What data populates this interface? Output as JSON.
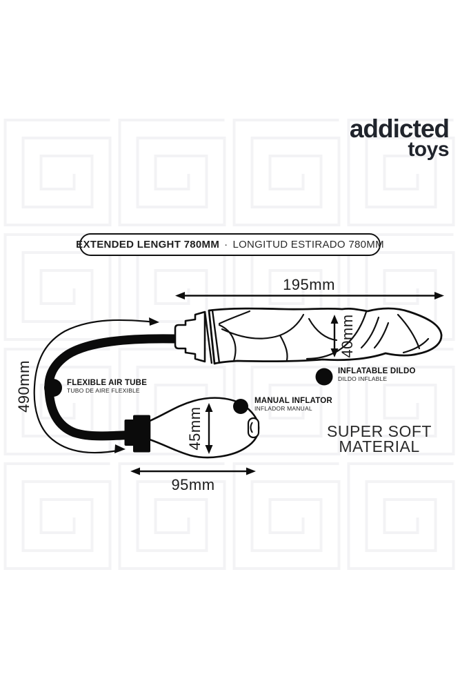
{
  "brand": {
    "name_line1": "addicted",
    "name_line2": "toys"
  },
  "banner": {
    "en": "EXTENDED LENGHT 780MM",
    "separator": "·",
    "es": "LONGITUD ESTIRADO 780MM"
  },
  "dimensions": {
    "dildo_length": "195mm",
    "dildo_diameter": "40mm",
    "tube_length": "490mm",
    "pump_diameter": "45mm",
    "pump_length": "95mm"
  },
  "callouts": {
    "air_tube": {
      "en": "FLEXIBLE AIR TUBE",
      "es": "TUBO DE AIRE FLEXIBLE"
    },
    "dildo": {
      "en": "INFLATABLE DILDO",
      "es": "DILDO INFLABLE"
    },
    "inflator": {
      "en": "MANUAL INFLATOR",
      "es": "INFLADOR MANUAL"
    }
  },
  "material_note": {
    "line1": "SUPER SOFT",
    "line2": "MATERIAL"
  },
  "colors": {
    "ink": "#0d0d0d",
    "text": "#1f1f1f",
    "logo": "#20242c",
    "pattern": "#f3f3f5",
    "background": "#ffffff"
  }
}
